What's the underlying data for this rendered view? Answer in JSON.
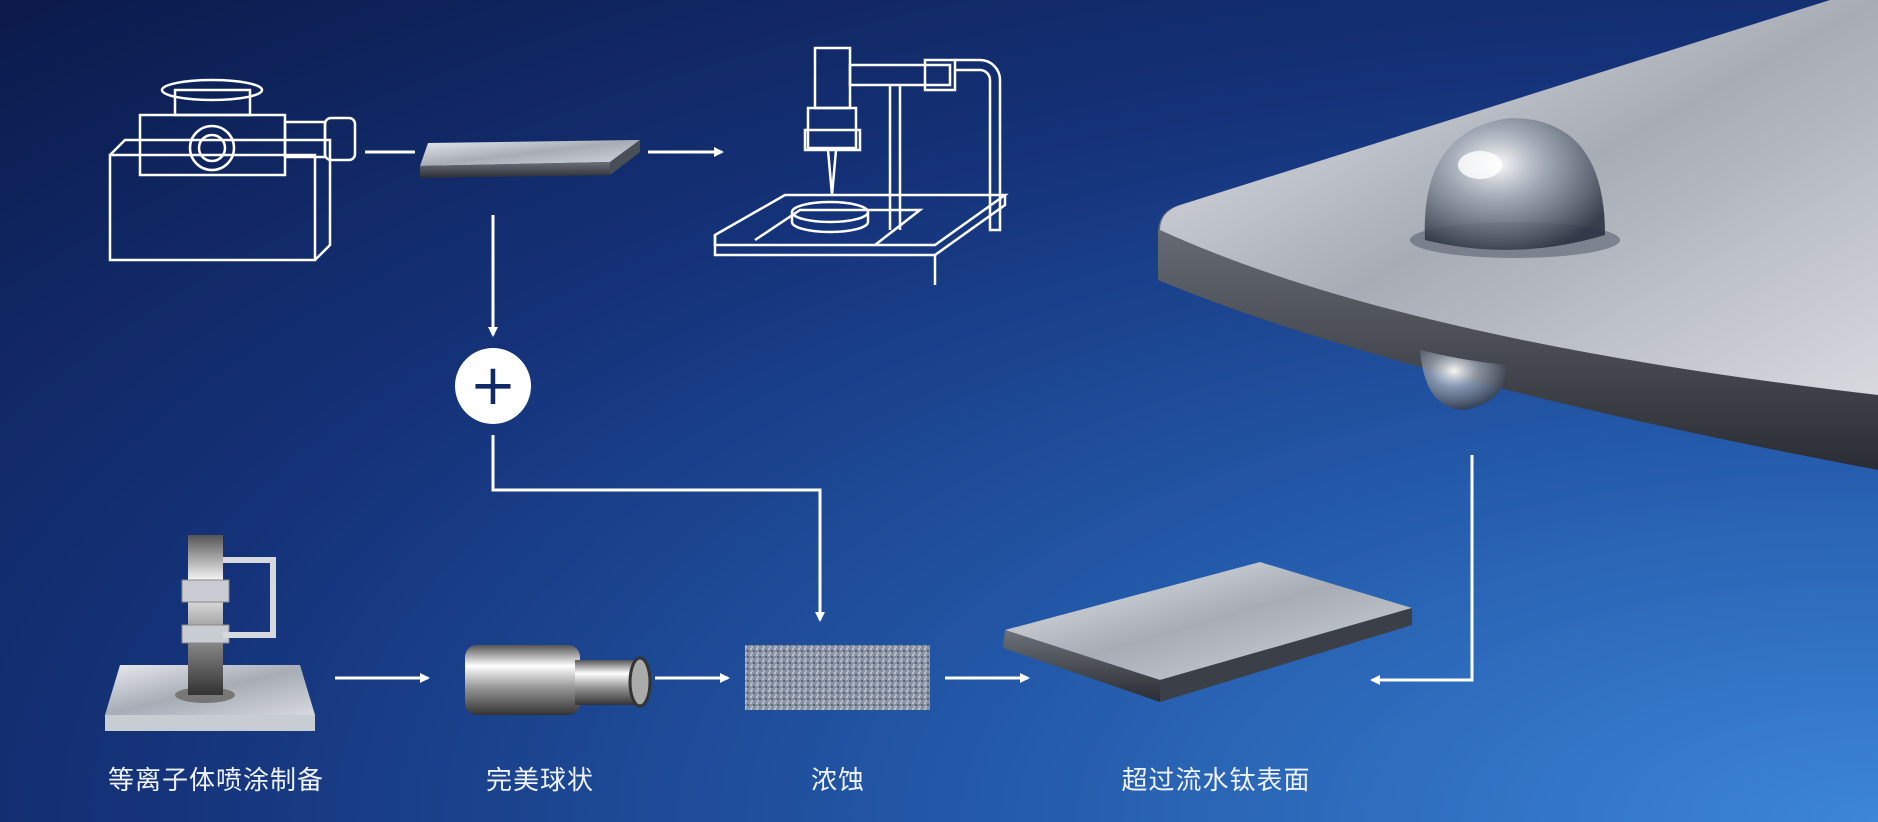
{
  "diagram": {
    "steps": [
      {
        "label": "等离子体喷涂制备"
      },
      {
        "label": "完美球状"
      },
      {
        "label": "浓蚀"
      },
      {
        "label": "超过流水钛表面"
      }
    ],
    "plus_symbol": "+",
    "colors": {
      "background_dark": "#0b1a4a",
      "background_light": "#3d86d8",
      "line": "#ffffff",
      "metal": "#b8bcc4"
    }
  }
}
